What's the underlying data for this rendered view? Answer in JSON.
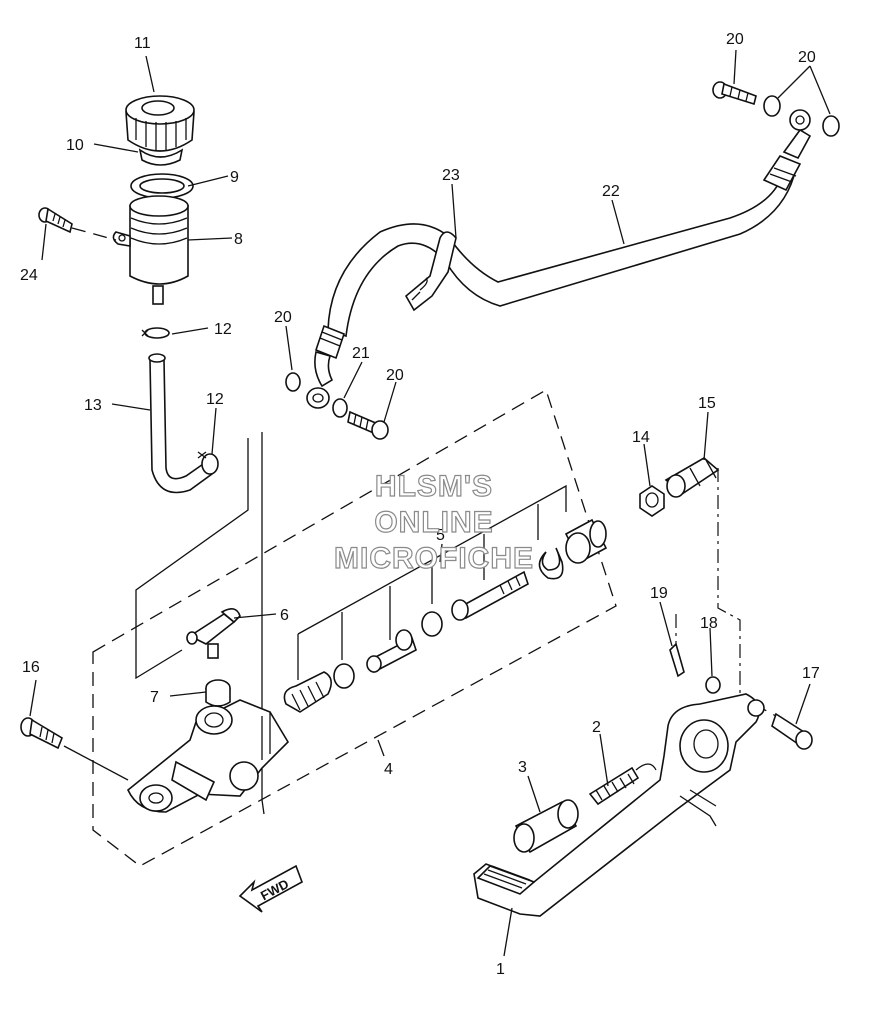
{
  "callouts": [
    {
      "id": "p1",
      "text": "1"
    },
    {
      "id": "p2",
      "text": "2"
    },
    {
      "id": "p3",
      "text": "3"
    },
    {
      "id": "p4",
      "text": "4"
    },
    {
      "id": "p5",
      "text": "5"
    },
    {
      "id": "p6",
      "text": "6"
    },
    {
      "id": "p7",
      "text": "7"
    },
    {
      "id": "p8",
      "text": "8"
    },
    {
      "id": "p9",
      "text": "9"
    },
    {
      "id": "p10",
      "text": "10"
    },
    {
      "id": "p11",
      "text": "11"
    },
    {
      "id": "p12a",
      "text": "12"
    },
    {
      "id": "p12b",
      "text": "12"
    },
    {
      "id": "p13",
      "text": "13"
    },
    {
      "id": "p14",
      "text": "14"
    },
    {
      "id": "p15",
      "text": "15"
    },
    {
      "id": "p16",
      "text": "16"
    },
    {
      "id": "p17",
      "text": "17"
    },
    {
      "id": "p18",
      "text": "18"
    },
    {
      "id": "p19",
      "text": "19"
    },
    {
      "id": "p20a",
      "text": "20"
    },
    {
      "id": "p20b",
      "text": "20"
    },
    {
      "id": "p21a",
      "text": "21"
    },
    {
      "id": "p21b",
      "text": "21"
    },
    {
      "id": "p21c",
      "text": "21"
    },
    {
      "id": "p22",
      "text": "22"
    },
    {
      "id": "p23",
      "text": "23"
    },
    {
      "id": "p24",
      "text": "24"
    }
  ],
  "watermark": {
    "line1": "HLSM'S",
    "line2": "ONLINE",
    "line3": "MICROFICHE"
  },
  "fwd_label": "FWD",
  "colors": {
    "ink": "#111111",
    "watermark_stroke": "#8a8a8a",
    "background": "#ffffff"
  }
}
